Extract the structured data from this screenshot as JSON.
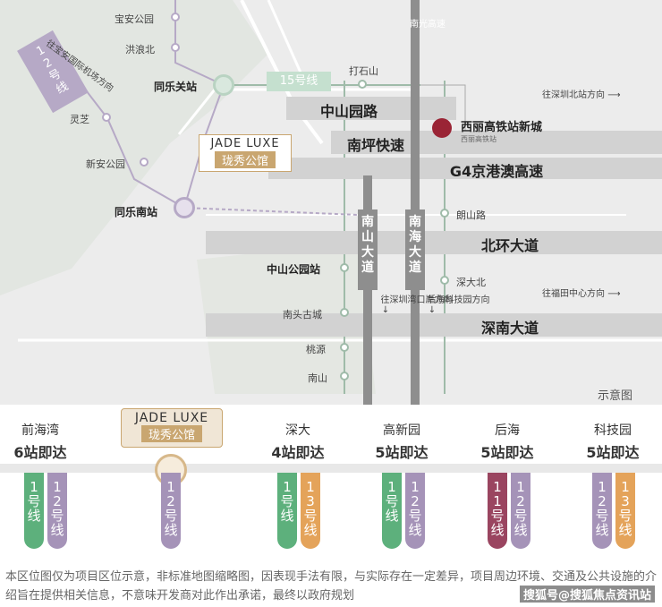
{
  "map": {
    "stations": {
      "baoan_park": "宝安公园",
      "hongliang_north": "洪浪北",
      "tongleguan": "同乐关站",
      "lingzhi": "灵芝",
      "xinan_park": "新安公园",
      "tongle_south": "同乐南站",
      "dashishan": "打石山",
      "langshan_road": "朗山路",
      "zhongshan_park": "中山公园站",
      "nantou_gucheng": "南头古城",
      "taoyuan": "桃源",
      "nanshan": "南山",
      "shendabei": "深大北"
    },
    "line12_label": "12号线",
    "line12_direction": "往宝安国际机场方向",
    "line15_label": "15号线",
    "roads": {
      "zhongshanyuan": "中山园路",
      "nanping": "南坪快速",
      "g4": "G4京港澳高速",
      "beihuan": "北环大道",
      "shennan": "深南大道",
      "nanshan_avenue": "南山大道",
      "nanhai_avenue": "南海大道",
      "shahe_top": "南光高速"
    },
    "directions": {
      "shenzhen_north": "往深圳北站方向",
      "futian": "往福田中心方向",
      "shenzhenwan": "往深圳湾口岸方向",
      "houhai_tech": "后海科技园方向"
    },
    "xili": {
      "name": "西丽高铁站新城",
      "sub": "西丽高铁站"
    },
    "project": {
      "en": "JADE LUXE",
      "cn": "珑秀公馆"
    },
    "schematic_label": "示意图"
  },
  "timeline": {
    "project": {
      "en": "JADE LUXE",
      "cn": "珑秀公馆"
    },
    "destinations": [
      {
        "name": "前海湾",
        "time": "6站即达",
        "lines": [
          "1号线",
          "12号线"
        ]
      },
      {
        "name": "深大",
        "time": "4站即达",
        "lines": [
          "1号线",
          "13号线"
        ]
      },
      {
        "name": "高新园",
        "time": "5站即达",
        "lines": [
          "1号线",
          "12号线"
        ]
      },
      {
        "name": "后海",
        "time": "5站即达",
        "lines": [
          "11号线",
          "12号线"
        ]
      },
      {
        "name": "科技园",
        "time": "5站即达",
        "lines": [
          "12号线",
          "13号线"
        ]
      }
    ],
    "project_line": "12号线"
  },
  "colors": {
    "line1": "#5db07c",
    "line12": "#a593b8",
    "line13": "#e4a35a",
    "line11": "#9a4560",
    "line15": "#8fc8a6",
    "gold": "#c9a670"
  },
  "disclaimer": "本区位图仅为项目区位示意，非标准地图缩略图，因表现手法有限，与实际存在一定差异，项目周边环境、交通及公共设施的介绍旨在提供相关信息，不意味开发商对此作出承诺，最终以政府规划",
  "watermark": "搜狐号@搜狐焦点资讯站"
}
